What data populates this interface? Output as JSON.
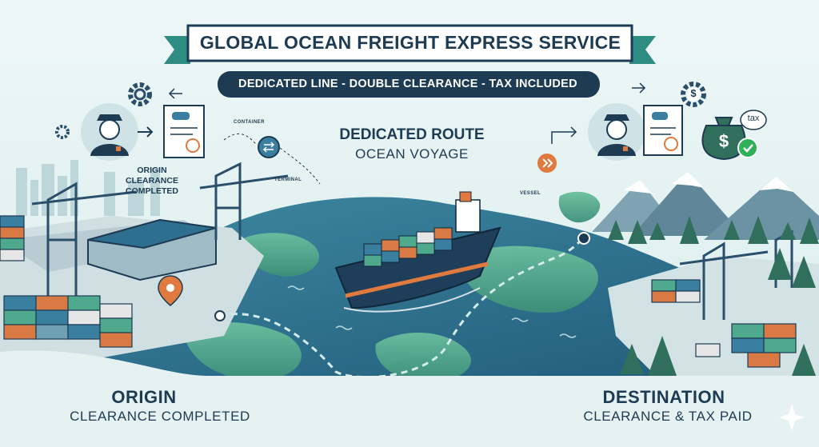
{
  "banner": {
    "title": "GLOBAL OCEAN FREIGHT EXPRESS SERVICE",
    "subtitle": "DEDICATED LINE - DOUBLE CLEARANCE - TAX INCLUDED"
  },
  "center": {
    "title": "DEDICATED ROUTE",
    "subtitle": "OCEAN VOYAGE"
  },
  "origin": {
    "small_label": "ORIGIN\nCLEARANCE\nCOMPLETED",
    "title": "ORIGIN",
    "subtitle": "CLEARANCE COMPLETED"
  },
  "destination": {
    "title": "DESTINATION",
    "subtitle": "CLEARANCE & TAX PAID"
  },
  "tiny_labels": {
    "container": "CONTAINER",
    "terminal": "TERMINAL",
    "vessel": "VESSEL"
  },
  "badges": {
    "dollar": "$",
    "tax": "tax"
  },
  "icons": [
    "gear-icon",
    "customs-officer-icon",
    "document-icon",
    "swap-arrows-icon",
    "forward-arrows-icon",
    "money-bag-icon",
    "checkmark-icon",
    "location-pin-icon",
    "sparkle-icon",
    "container-ship-icon",
    "crane-icon",
    "container-icon"
  ],
  "colors": {
    "navy": "#1d3b53",
    "teal": "#2f8c83",
    "ocean": "#2e6f8f",
    "land": "#4fa98c",
    "orange": "#e07a3f",
    "green_check": "#2fb15a",
    "background": "#e6f2f2"
  }
}
